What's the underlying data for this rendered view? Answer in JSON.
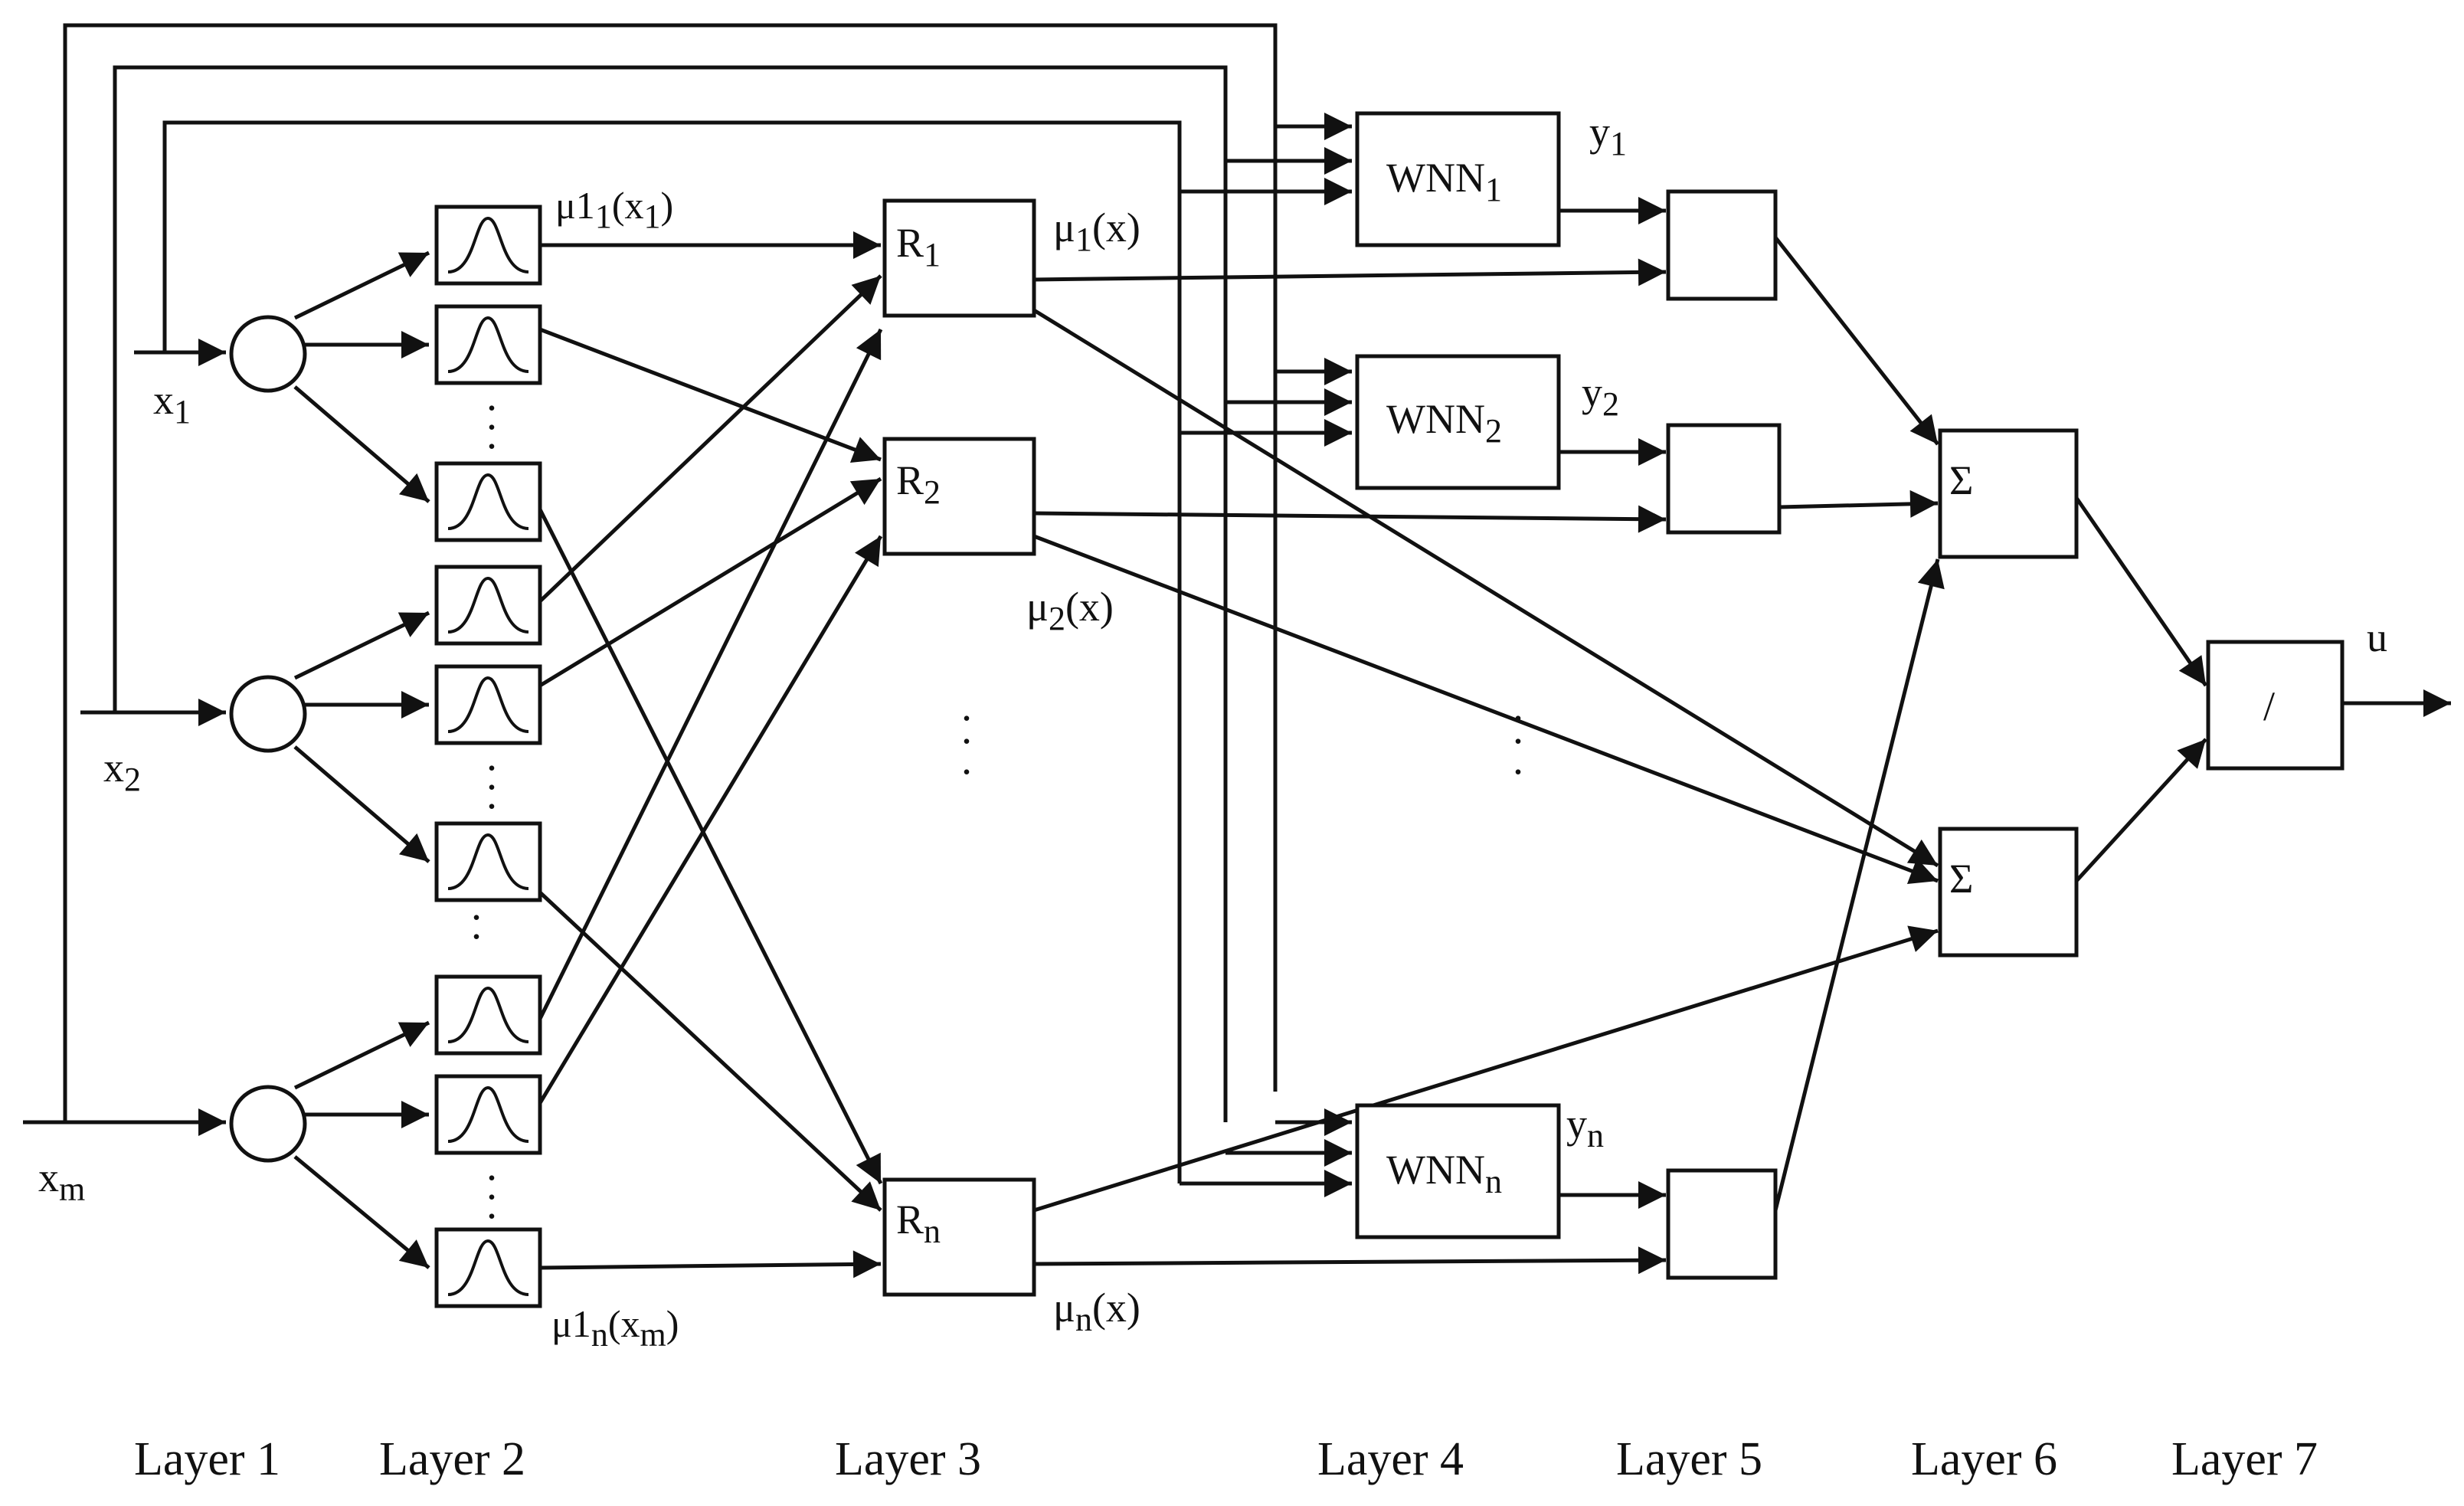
{
  "inputs": [
    "x",
    "x",
    "x"
  ],
  "input_subs": [
    "1",
    "2",
    "m"
  ],
  "mf_top_label": {
    "base": "μ1",
    "sub1": "1",
    "mid": "(x",
    "sub2": "1",
    "end": ")"
  },
  "mf_bottom_label": {
    "base": "μ1",
    "sub1": "n",
    "mid": "(x",
    "sub2": "m",
    "end": ")"
  },
  "rules": [
    {
      "base": "R",
      "sub": "1"
    },
    {
      "base": "R",
      "sub": "2"
    },
    {
      "base": "R",
      "sub": "n"
    }
  ],
  "rule_outputs": [
    {
      "base": "μ",
      "sub": "1",
      "end": "(x)"
    },
    {
      "base": "μ",
      "sub": "2",
      "end": "(x)"
    },
    {
      "base": "μ",
      "sub": "n",
      "end": "(x)"
    }
  ],
  "wnn": [
    {
      "base": "WNN",
      "sub": "1"
    },
    {
      "base": "WNN",
      "sub": "2"
    },
    {
      "base": "WNN",
      "sub": "n"
    }
  ],
  "wnn_outputs": [
    {
      "base": "y",
      "sub": "1"
    },
    {
      "base": "y",
      "sub": "2"
    },
    {
      "base": "y",
      "sub": "n"
    }
  ],
  "sum_symbol": "Σ",
  "div_symbol": "/",
  "output_label": "u",
  "layers": [
    "Layer 1",
    "Layer 2",
    "Layer 3",
    "Layer 4",
    "Layer 5",
    "Layer 6",
    "Layer 7"
  ]
}
